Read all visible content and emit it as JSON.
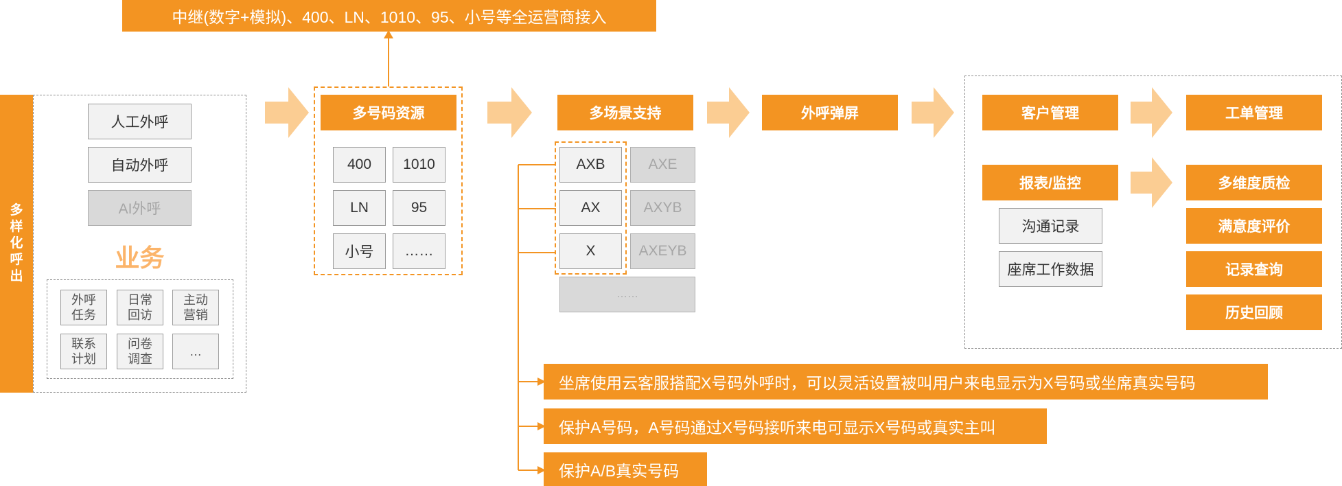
{
  "top_banner": "中继(数字+模拟)、400、LN、1010、95、小号等全运营商接入",
  "left_panel": {
    "vertical_title": "多样化呼出",
    "buttons": [
      "人工外呼",
      "自动外呼",
      "AI外呼"
    ],
    "business_title": "业务",
    "business_items": [
      {
        "line1": "外呼",
        "line2": "任务"
      },
      {
        "line1": "日常",
        "line2": "回访"
      },
      {
        "line1": "主动",
        "line2": "营销"
      },
      {
        "line1": "联系",
        "line2": "计划"
      },
      {
        "line1": "问卷",
        "line2": "调查"
      },
      {
        "line1": "…",
        "line2": ""
      }
    ]
  },
  "number_resources": {
    "title": "多号码资源",
    "items": [
      "400",
      "1010",
      "LN",
      "95",
      "小号",
      "……"
    ]
  },
  "scenarios": {
    "title": "多场景支持",
    "active": [
      "AXB",
      "AX",
      "X"
    ],
    "inactive": [
      "AXE",
      "AXYB",
      "AXEYB"
    ],
    "more": "……"
  },
  "popup": {
    "title": "外呼弹屏"
  },
  "right_panel": {
    "customer_mgmt": "客户管理",
    "ticket_mgmt": "工单管理",
    "reports": "报表/监控",
    "report_items": [
      "沟通记录",
      "座席工作数据"
    ],
    "right_items": [
      "多维度质检",
      "满意度评价",
      "记录查询",
      "历史回顾"
    ]
  },
  "notes": [
    "坐席使用云客服搭配X号码外呼时，可以灵活设置被叫用户来电显示为X号码或坐席真实号码",
    "保护A号码，A号码通过X号码接听来电可显示X号码或真实主叫",
    "保护A/B真实号码"
  ],
  "colors": {
    "accent": "#f39422",
    "arrow": "#fbcd93",
    "gray_box": "#f2f2f2",
    "dim_box": "#d9d9d9"
  }
}
